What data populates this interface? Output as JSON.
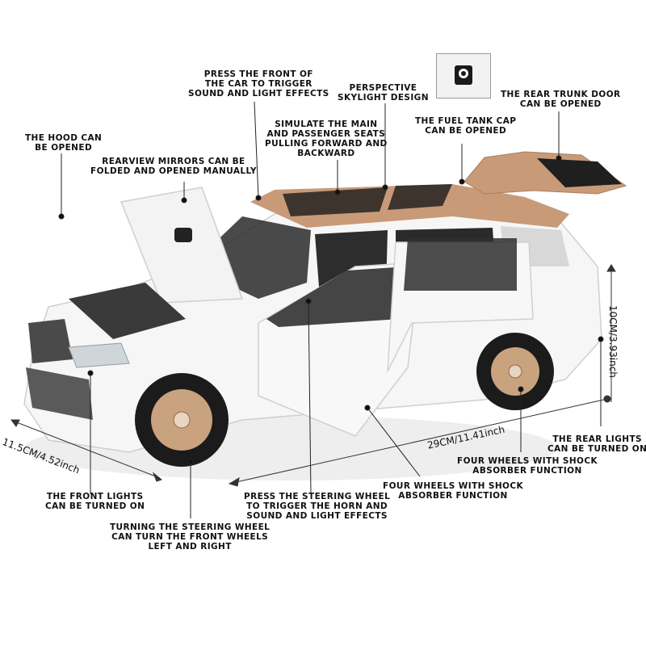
{
  "annotations": {
    "front_sound": [
      "PRESS THE FRONT OF",
      "THE CAR TO TRIGGER",
      "SOUND AND LIGHT EFFECTS"
    ],
    "skylight": [
      "PERSPECTIVE",
      "SKYLIGHT DESIGN"
    ],
    "rear_trunk": [
      "THE REAR TRUNK DOOR",
      "CAN BE OPENED"
    ],
    "hood": [
      "THE HOOD CAN",
      "BE OPENED"
    ],
    "seats": [
      "SIMULATE THE MAIN",
      "AND PASSENGER SEATS",
      "PULLING FORWARD AND",
      "BACKWARD"
    ],
    "fuel_cap": [
      "THE FUEL TANK CAP",
      "CAN BE OPENED"
    ],
    "mirrors": [
      "REARVIEW MIRRORS CAN BE",
      "FOLDED AND OPENED MANUALLY"
    ],
    "rear_lights": [
      "THE REAR LIGHTS",
      "CAN BE TURNED ON"
    ],
    "shock_right": [
      "FOUR WHEELS WITH SHOCK",
      "ABSORBER FUNCTION"
    ],
    "shock_center": [
      "FOUR WHEELS WITH SHOCK",
      "ABSORBER FUNCTION"
    ],
    "front_lights": [
      "THE FRONT LIGHTS",
      "CAN BE TURNED ON"
    ],
    "steering_horn": [
      "PRESS THE STEERING WHEEL",
      "TO TRIGGER THE HORN AND",
      "SOUND AND LIGHT EFFECTS"
    ],
    "steering_turn": [
      "TURNING THE STEERING WHEEL",
      "CAN TURN THE FRONT WHEELS",
      "LEFT AND RIGHT"
    ]
  },
  "dimensions": {
    "width": "11.5CM/4.52inch",
    "length": "29CM/11.41inch",
    "height": "10CM/3.93inch"
  },
  "colors": {
    "body": "#f6f6f6",
    "roof": "#c89a78",
    "glass": "#2a2a2a",
    "rim": "#c9a27e",
    "tire": "#1b1b1b",
    "line": "#222222"
  },
  "image_description": "White die-cast SUV model with doors, hood and trunk open, annotated with feature callouts"
}
